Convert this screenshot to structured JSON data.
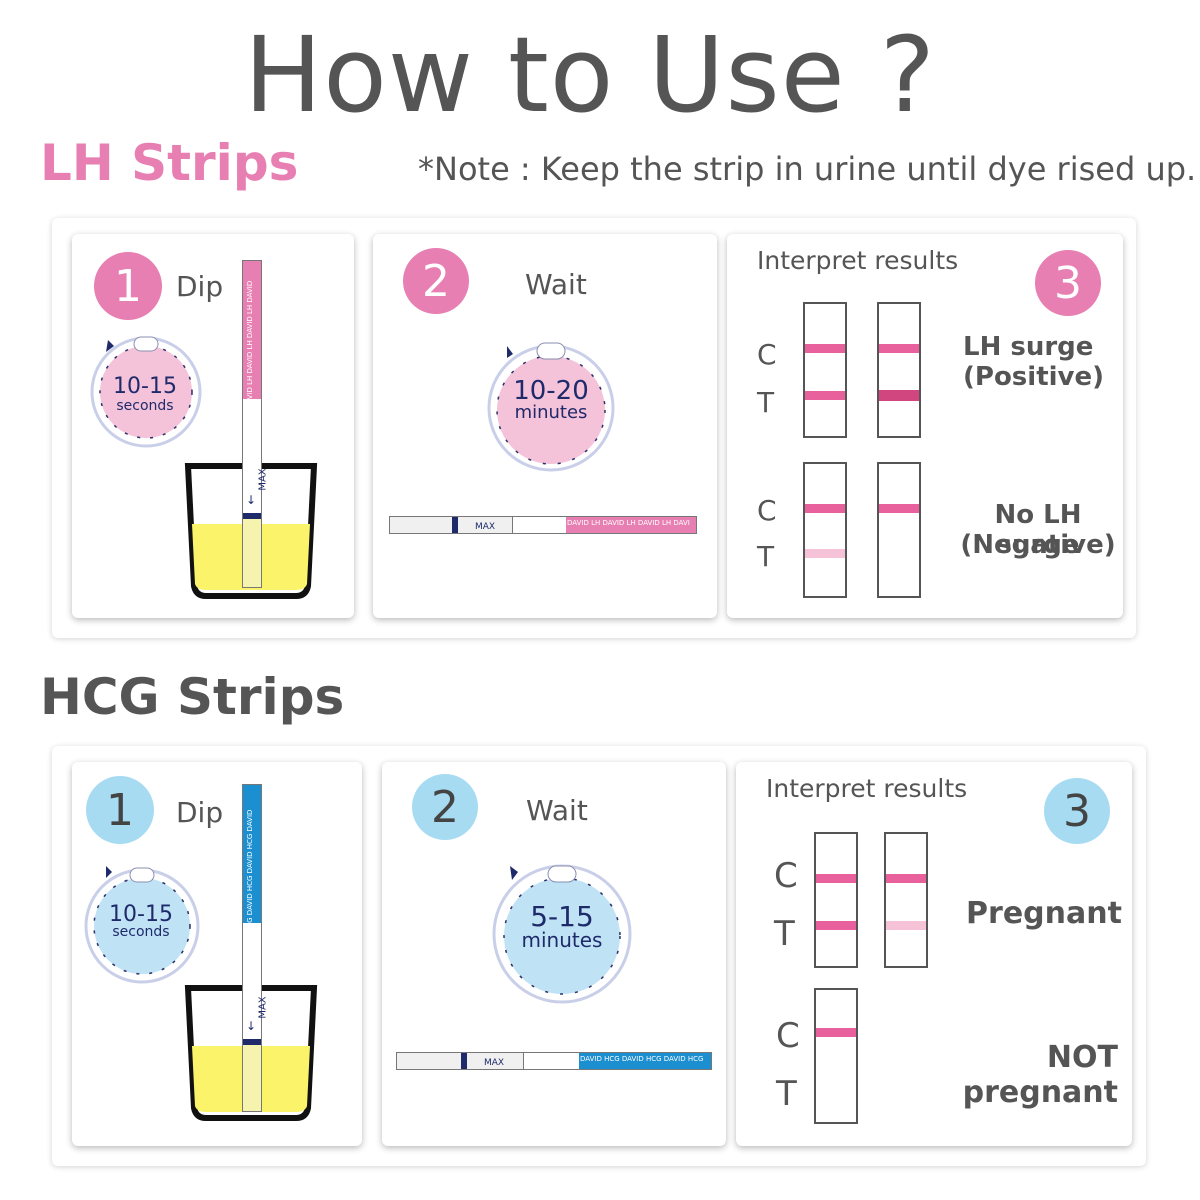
{
  "header": {
    "title": "How to Use ?",
    "lh_heading": "LH Strips",
    "note": "*Note : Keep the strip in urine until dye rised up.",
    "hcg_heading": "HCG Strips"
  },
  "lh": {
    "step1": {
      "number": "1",
      "label": "Dip",
      "timer_value": "10-15",
      "timer_unit": "seconds",
      "max_label": "MAX"
    },
    "step2": {
      "number": "2",
      "label": "Wait",
      "timer_value": "10-20",
      "timer_unit": "minutes",
      "max_label": "MAX",
      "strip_text": "DAVID LH DAVID LH DAVID LH DAVI"
    },
    "step3": {
      "title": "Interpret results",
      "number": "3",
      "c_label": "C",
      "t_label": "T",
      "positive_line1": "LH surge",
      "positive_line2": "(Positive)",
      "negative_line1": "No LH surge",
      "negative_line2": "(Negative)"
    },
    "strip_text": "DAVID LH DAVID LH DAVID LH DAVID"
  },
  "hcg": {
    "step1": {
      "number": "1",
      "label": "Dip",
      "timer_value": "10-15",
      "timer_unit": "seconds",
      "max_label": "MAX"
    },
    "step2": {
      "number": "2",
      "label": "Wait",
      "timer_value": "5-15",
      "timer_unit": "minutes",
      "max_label": "MAX",
      "strip_text": "DAVID HCG DAVID HCG DAVID HCG"
    },
    "step3": {
      "title": "Interpret results",
      "number": "3",
      "c_label": "C",
      "t_label": "T",
      "pregnant": "Pregnant",
      "not_pregnant": "NOT pregnant"
    },
    "strip_text": "HCG DAVID HCG DAVID HCG DAVID"
  },
  "colors": {
    "pink": "#e87fb2",
    "pink_line": "#e8619c",
    "pink_strong": "#d2467f",
    "pink_faint": "#f6c2d8",
    "blue_circle": "#a7dbf2",
    "blue_strip": "#1c8fd0",
    "urine": "#fbf46a",
    "navy": "#1f2a6b"
  }
}
